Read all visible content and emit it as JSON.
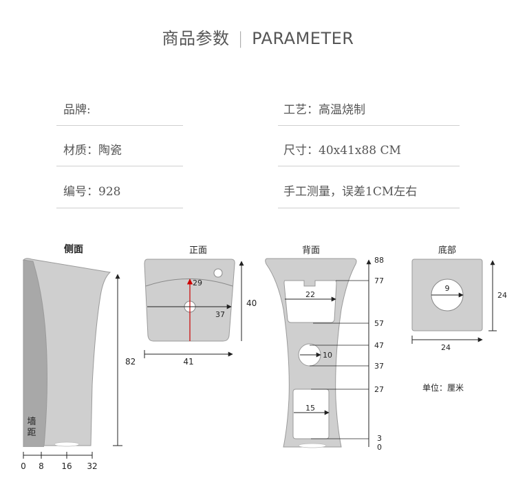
{
  "header": {
    "title_cn": "商品参数",
    "title_en": "PARAMETER"
  },
  "specs": {
    "brand": "品牌:",
    "craft": "工艺：高温烧制",
    "material": "材质：陶瓷",
    "size": "尺寸：40x41x88 CM",
    "model": "编号：928",
    "note": "手工测量，误差1CM左右"
  },
  "diagram": {
    "side_title": "侧面",
    "front_title": "正面",
    "back_title": "背面",
    "bottom_title": "底部",
    "unit_note": "单位：厘米",
    "wall_label_1": "墙",
    "wall_label_2": "距",
    "side": {
      "height": "82",
      "x0": "0",
      "x1": "8",
      "x2": "16",
      "x3": "32"
    },
    "front": {
      "hole": "29",
      "width_inner": "37",
      "height": "40",
      "width": "41"
    },
    "back": {
      "t88": "88",
      "t77": "77",
      "t57": "57",
      "t47": "47",
      "t37": "37",
      "t27": "27",
      "t3": "3",
      "t0": "0",
      "w22": "22",
      "d10": "10",
      "w15": "15"
    },
    "bottom": {
      "dia": "9",
      "width": "24",
      "height": "24"
    }
  },
  "colors": {
    "body_fill": "#cfcfcf",
    "body_stroke": "#9a9a9a",
    "wall_fill": "#a8a8a8",
    "dim_line": "#333333",
    "red_arrow": "#cc0000"
  }
}
